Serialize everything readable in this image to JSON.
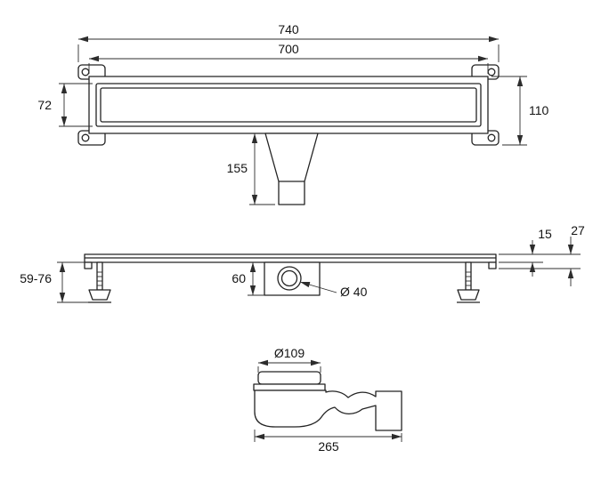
{
  "dimensions": {
    "top": {
      "overall_width": "740",
      "grate_width": "700",
      "grate_height": "72",
      "body_height": "110",
      "outlet_drop": "155"
    },
    "side": {
      "grate_thickness": "15",
      "edge_height": "27",
      "feet_adjust_range": "59-76",
      "trap_height": "60",
      "outlet_diameter": "Ø 40"
    },
    "siphon": {
      "cap_diameter": "Ø109",
      "length": "265"
    }
  }
}
